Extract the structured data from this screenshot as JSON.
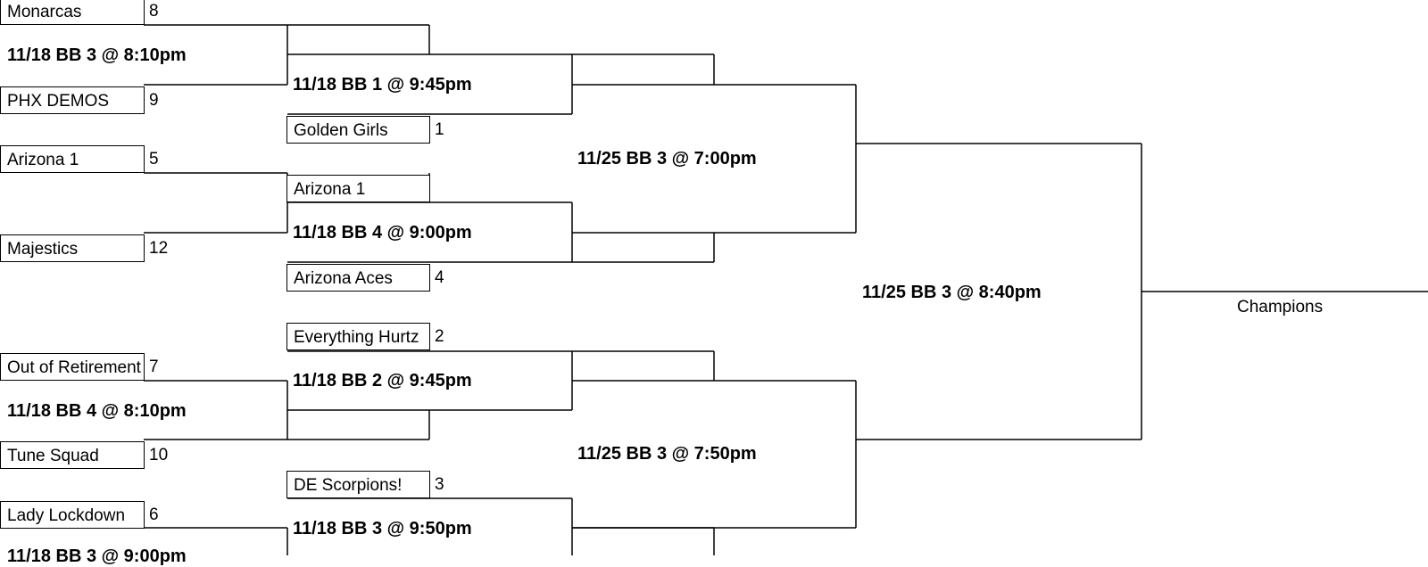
{
  "round1": [
    {
      "team": "Monarcas",
      "seed": "8"
    },
    {
      "team": "PHX DEMOS",
      "seed": "9"
    },
    {
      "team": "Arizona 1",
      "seed": "5"
    },
    {
      "team": "Majestics",
      "seed": "12"
    },
    {
      "team": "Out of Retirement",
      "seed": "7"
    },
    {
      "team": "Tune Squad",
      "seed": "10"
    },
    {
      "team": "Lady Lockdown",
      "seed": "6"
    }
  ],
  "round1_games": [
    "11/18 BB 3 @ 8:10pm",
    "11/18 BB 4 @ 8:10pm",
    "11/18 BB 3 @ 9:00pm"
  ],
  "round2": [
    {
      "team": "Golden Girls",
      "seed": "1"
    },
    {
      "team": "Arizona 1",
      "seed": ""
    },
    {
      "team": "Arizona Aces",
      "seed": "4"
    },
    {
      "team": "Everything Hurtz",
      "seed": "2"
    },
    {
      "team": "DE Scorpions!",
      "seed": "3"
    }
  ],
  "round2_games": [
    "11/18 BB 1 @ 9:45pm",
    "11/18 BB 4 @ 9:00pm",
    "11/18 BB 2 @ 9:45pm",
    "11/18 BB 3 @ 9:50pm"
  ],
  "semifinal_games": [
    "11/25 BB 3 @ 7:00pm",
    "11/25 BB 3 @ 7:50pm"
  ],
  "final_game": "11/25 BB 3 @ 8:40pm",
  "champion_label": "Champions"
}
